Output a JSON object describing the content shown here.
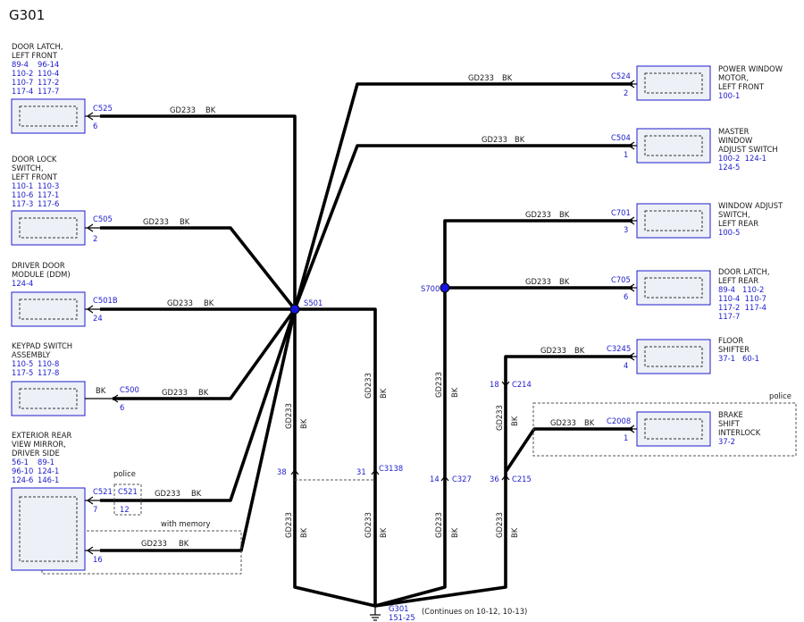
{
  "title": "G301",
  "wire": {
    "circuit": "GD233",
    "color": "BK"
  },
  "splices": {
    "s501": "S501",
    "s700": "S700"
  },
  "ground": {
    "name": "G301",
    "ref": "151-25",
    "note": "(Continues on 10-12, 10-13)"
  },
  "notes": {
    "police": "police",
    "with_memory": "with memory"
  },
  "left_components": [
    {
      "name_lines": [
        "DOOR LATCH,",
        "LEFT FRONT"
      ],
      "refs": [
        [
          "89-4",
          "96-14"
        ],
        [
          "110-2",
          "110-4"
        ],
        [
          "110-7",
          "117-2"
        ],
        [
          "117-4",
          "117-7"
        ]
      ],
      "connector": "C525",
      "pin": "6"
    },
    {
      "name_lines": [
        "DOOR LOCK",
        "SWITCH,",
        "LEFT FRONT"
      ],
      "refs": [
        [
          "110-1",
          "110-3"
        ],
        [
          "110-6",
          "117-1"
        ],
        [
          "117-3",
          "117-6"
        ]
      ],
      "connector": "C505",
      "pin": "2"
    },
    {
      "name_lines": [
        "DRIVER DOOR",
        "MODULE (DDM)"
      ],
      "refs": [
        [
          "124-4"
        ]
      ],
      "connector": "C501B",
      "pin": "24"
    },
    {
      "name_lines": [
        "KEYPAD SWITCH",
        "ASSEMBLY"
      ],
      "refs": [
        [
          "110-5",
          "110-8"
        ],
        [
          "117-5",
          "117-8"
        ]
      ],
      "connector": "C500",
      "pin": "6"
    },
    {
      "name_lines": [
        "EXTERIOR REAR",
        "VIEW MIRROR,",
        "DRIVER SIDE"
      ],
      "refs": [
        [
          "56-1",
          "89-1"
        ],
        [
          "96-10",
          "124-1"
        ],
        [
          "124-6",
          "146-1"
        ]
      ],
      "connector": "C521",
      "pin": "7",
      "pin_memory": "16",
      "police_connector": "C521",
      "police_pin": "12"
    }
  ],
  "right_components": [
    {
      "name_lines": [
        "POWER WINDOW",
        "MOTOR,",
        "LEFT FRONT"
      ],
      "refs": [
        "100-1"
      ],
      "connector": "C524",
      "pin": "2"
    },
    {
      "name_lines": [
        "MASTER",
        "WINDOW",
        "ADJUST SWITCH"
      ],
      "refs": [
        "100-2  124-1",
        "124-5"
      ],
      "connector": "C504",
      "pin": "1"
    },
    {
      "name_lines": [
        "WINDOW ADJUST",
        "SWITCH,",
        "LEFT REAR"
      ],
      "refs": [
        "100-5"
      ],
      "connector": "C701",
      "pin": "3"
    },
    {
      "name_lines": [
        "DOOR LATCH,",
        "LEFT REAR"
      ],
      "refs": [
        "89-4   110-2",
        "110-4  110-7",
        "117-2  117-4",
        "117-7"
      ],
      "connector": "C705",
      "pin": "6"
    },
    {
      "name_lines": [
        "FLOOR",
        "SHIFTER"
      ],
      "refs": [
        "37-1   60-1"
      ],
      "connector": "C3245",
      "pin": "4"
    },
    {
      "name_lines": [
        "BRAKE",
        "SHIFT",
        "INTERLOCK"
      ],
      "refs": [
        "37-2"
      ],
      "connector": "C2008",
      "pin": "1"
    }
  ],
  "inline_connectors": {
    "c3138": {
      "name": "C3138",
      "pin_a": "38",
      "pin_b": "31"
    },
    "c327": {
      "name": "C327",
      "pin": "14"
    },
    "c214": {
      "name": "C214",
      "pin": "18"
    },
    "c215": {
      "name": "C215",
      "pin": "36"
    }
  },
  "colors": {
    "connector": "#1c1ccc",
    "component_fill": "#eef0f8",
    "wire": "#000000",
    "splice": "#1515dd"
  }
}
